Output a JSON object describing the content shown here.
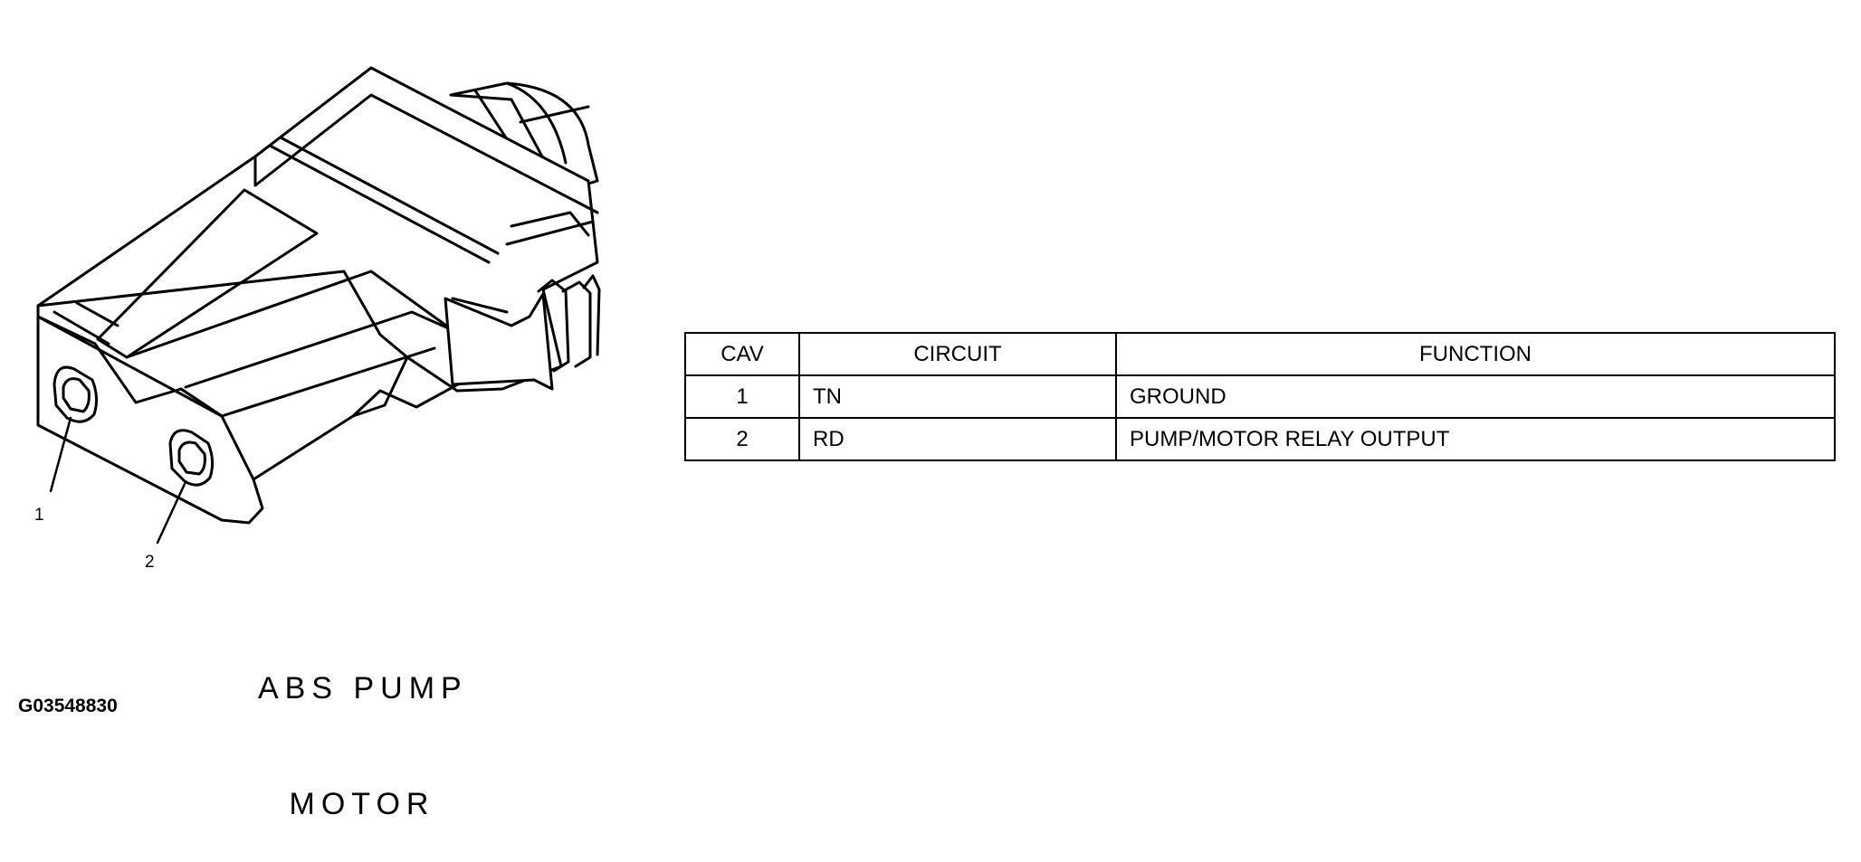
{
  "connector": {
    "pins": [
      {
        "label": "1"
      },
      {
        "label": "2"
      }
    ],
    "caption_line1": "ABS PUMP",
    "caption_line2": "MOTOR"
  },
  "figure_id": "G03548830",
  "table": {
    "headers": [
      "CAV",
      "CIRCUIT",
      "FUNCTION"
    ],
    "rows": [
      {
        "cav": "1",
        "circuit": "TN",
        "function": "GROUND"
      },
      {
        "cav": "2",
        "circuit": "RD",
        "function": "PUMP/MOTOR RELAY OUTPUT"
      }
    ]
  }
}
